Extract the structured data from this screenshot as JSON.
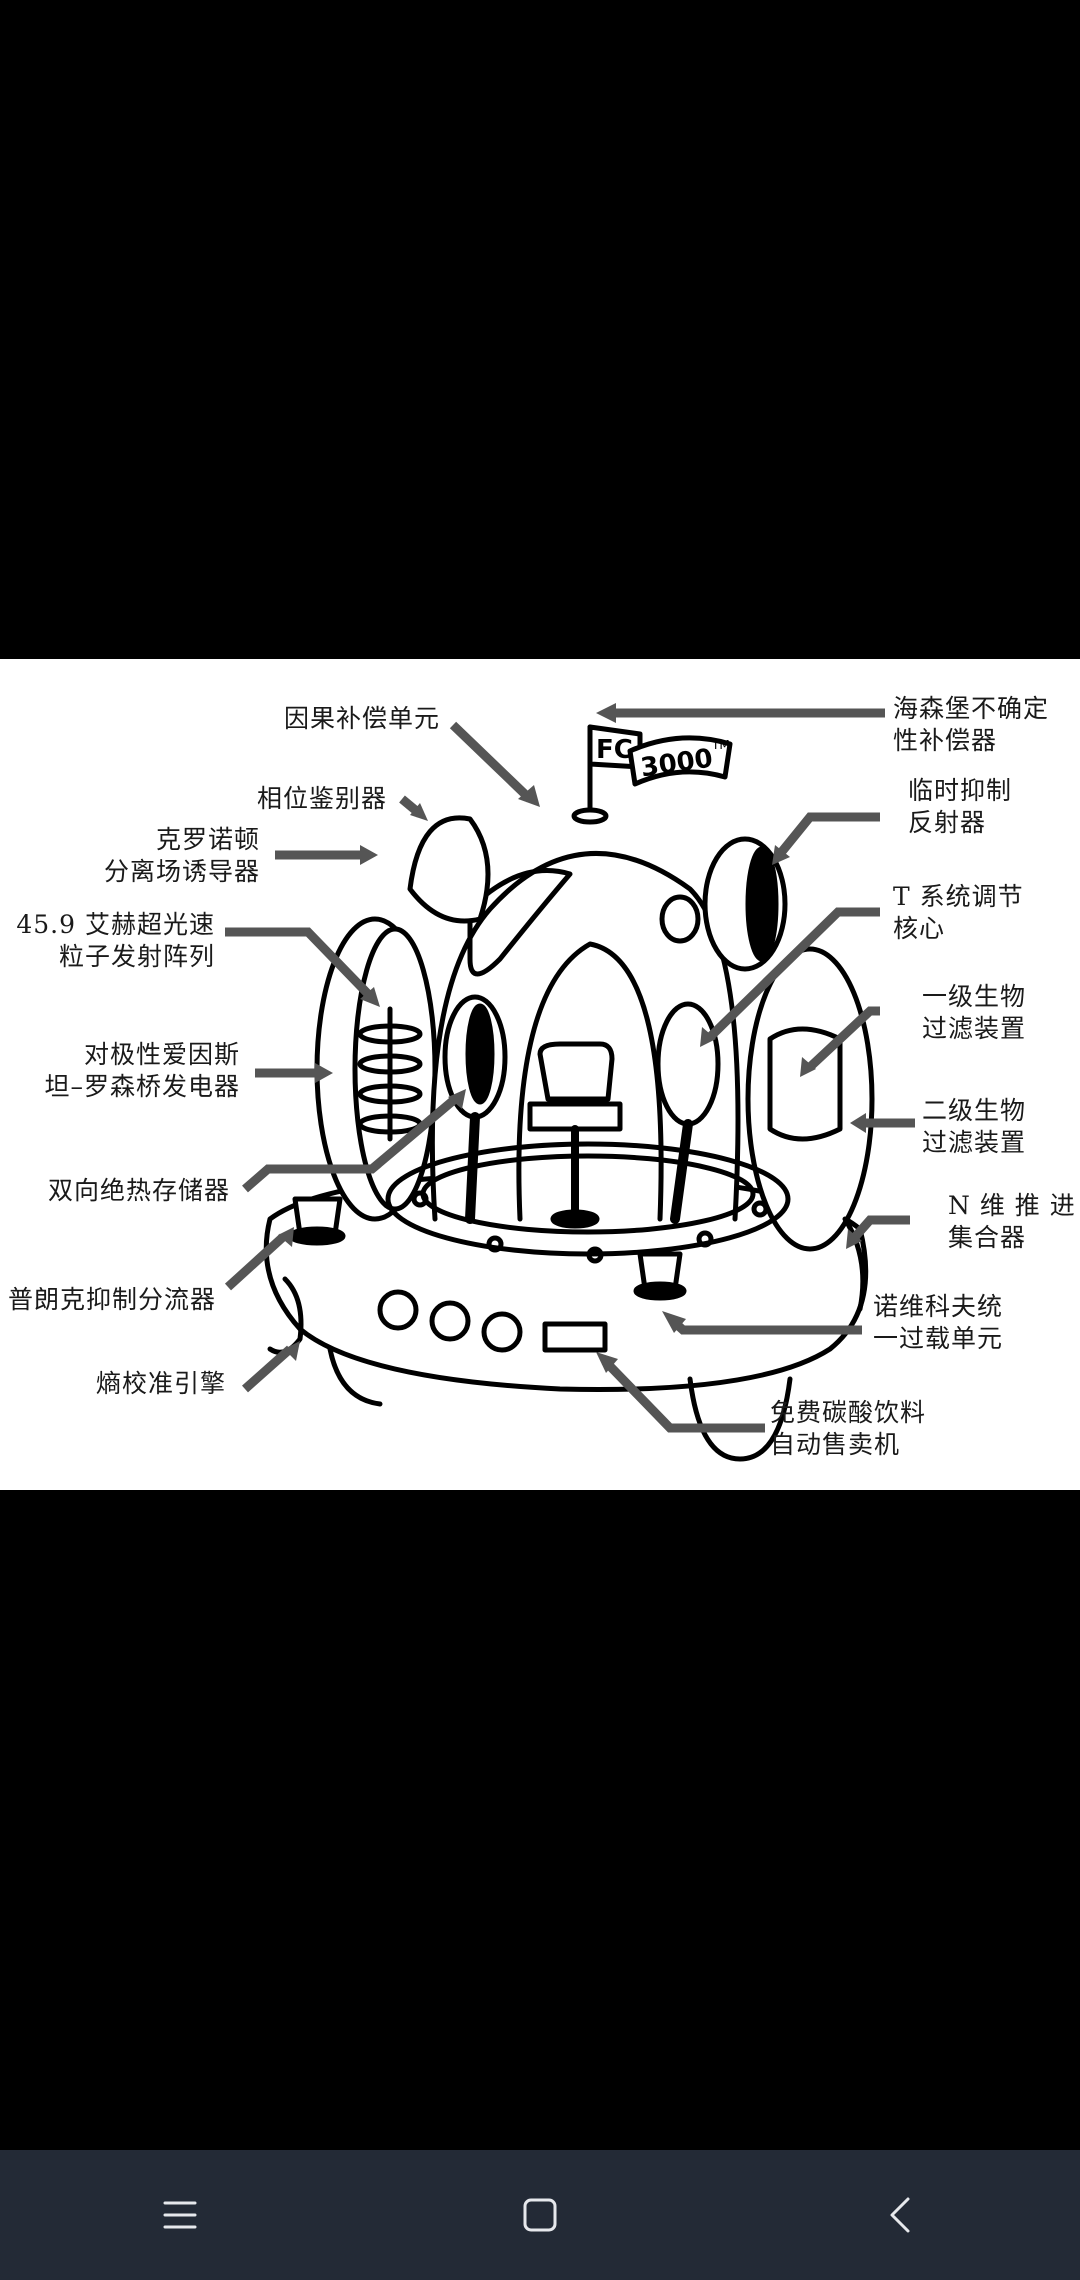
{
  "diagram": {
    "flag_text": "FC",
    "banner_text": "3000",
    "banner_tm": "TM",
    "labels": {
      "causal": "因果补偿单元",
      "heisenberg": "海森堡不确定\n性补偿器",
      "phase": "相位鉴别器",
      "chrono": "克罗诺顿\n分离场诱导器",
      "temporal": "临时抑制\n反射器",
      "tachyon": "45.9 艾赫超光速\n粒子发射阵列",
      "tsystem": "T 系统调节\n核心",
      "bio1": "一级生物\n过滤装置",
      "einstein": "对极性爱因斯\n坦–罗森桥发电器",
      "bio2": "二级生物\n过滤装置",
      "adiabatic": "双向绝热存储器",
      "ndim": "N 维 推 进\n集合器",
      "planck": "普朗克抑制分流器",
      "novikov": "诺维科夫统\n一过载单元",
      "entropy": "熵校准引擎",
      "soda": "免费碳酸饮料\n自动售卖机"
    }
  },
  "navbar": {
    "menu_icon": "menu-icon",
    "home_icon": "home-icon",
    "back_icon": "back-icon"
  }
}
